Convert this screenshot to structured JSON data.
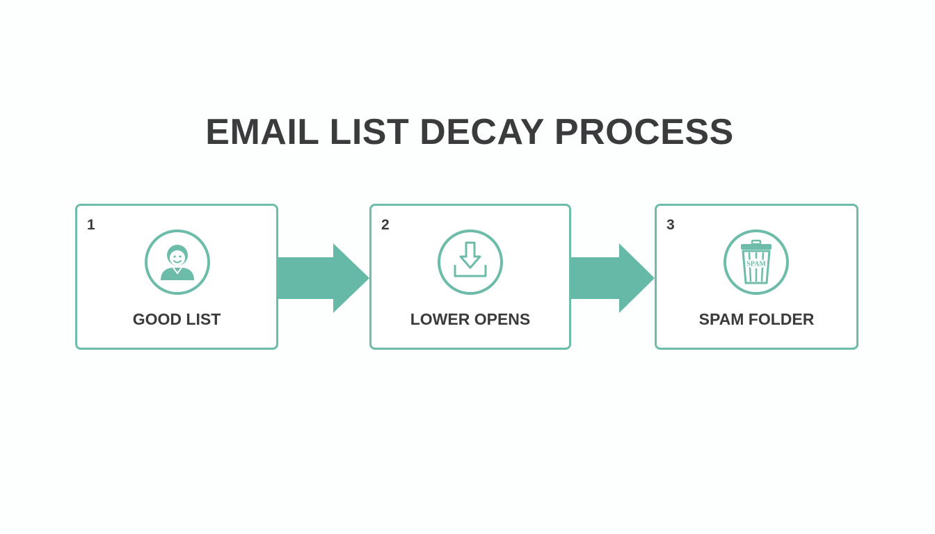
{
  "title": "EMAIL LIST DECAY PROCESS",
  "accent_color": "#6dbcaa",
  "steps": [
    {
      "number": "1",
      "label": "GOOD LIST",
      "icon": "user-avatar-icon"
    },
    {
      "number": "2",
      "label": "LOWER OPENS",
      "icon": "download-tray-icon"
    },
    {
      "number": "3",
      "label": "SPAM FOLDER",
      "icon": "spam-trash-can-icon",
      "icon_text": "SPAM"
    }
  ]
}
